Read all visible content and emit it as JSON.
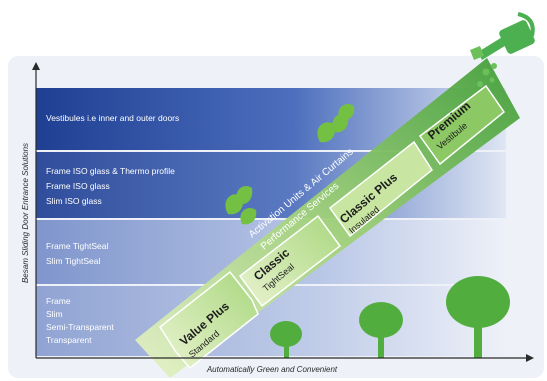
{
  "rows": [
    {
      "lines": [
        "Vestibules i.e inner and outer doors"
      ]
    },
    {
      "lines": [
        "Frame ISO glass & Thermo profile",
        "Frame ISO glass",
        "Slim ISO glass"
      ]
    },
    {
      "lines": [
        "Frame TightSeal",
        "Slim TightSeal"
      ]
    },
    {
      "lines": [
        "Frame",
        "Slim",
        "Semi-Transparent",
        "Transparent"
      ]
    }
  ],
  "y_axis_label": "Besam Sliding Door Entrance Solutions",
  "x_axis_label": "Automatically Green and Convenient",
  "band_label_line1": "Activation Units & Air Curtains",
  "band_label_line2": "Performance Services",
  "steps": [
    {
      "name": "Value Plus",
      "sub": "Standard"
    },
    {
      "name": "Classic",
      "sub": "TightSeal"
    },
    {
      "name": "Classic Plus",
      "sub": "Insulated"
    },
    {
      "name": "Premium",
      "sub": "Vestibule"
    }
  ],
  "colors": {
    "row_dark": "#1f3f93",
    "row_mid": "#4d6fbd",
    "row_light": "#9fb2dc",
    "green_light": "#d4eaa5",
    "green_dark": "#3d9a35",
    "tree": "#52ad3f",
    "leaf": "#74c043",
    "can": "#4caf50",
    "axis": "#2a2a2a",
    "panel_bg": "#eef1f7"
  },
  "icons": [
    "watering-can-icon",
    "tree-icon",
    "leaf-icon"
  ]
}
